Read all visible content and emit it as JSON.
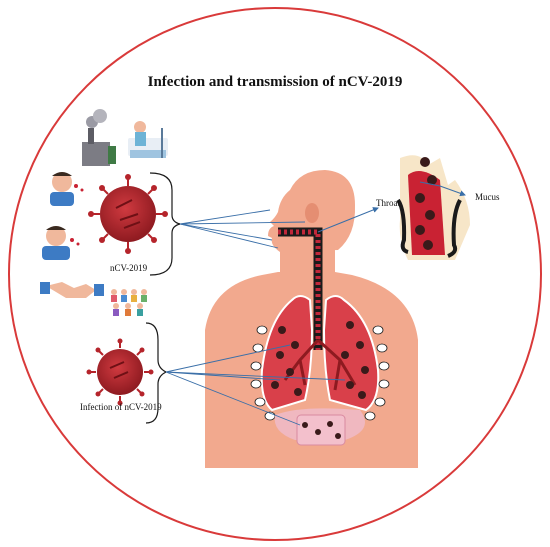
{
  "title": "Infection and transmission of nCV-2019",
  "labels": {
    "virus_top": "nCV-2019",
    "virus_bottom": "Infection of nCV-2019",
    "throat": "Throat",
    "mucus": "Mucus"
  },
  "colors": {
    "circle_border": "#d93a3a",
    "skin": "#f2a98e",
    "virus": "#b5242b",
    "lung": "#d9404a",
    "arrow": "#3a6fa8"
  },
  "icons": [
    "factory-pollution-icon",
    "hospital-patient-icon",
    "sneezing-person-icon",
    "coughing-person-icon",
    "handshake-icon",
    "crowd-icon"
  ]
}
